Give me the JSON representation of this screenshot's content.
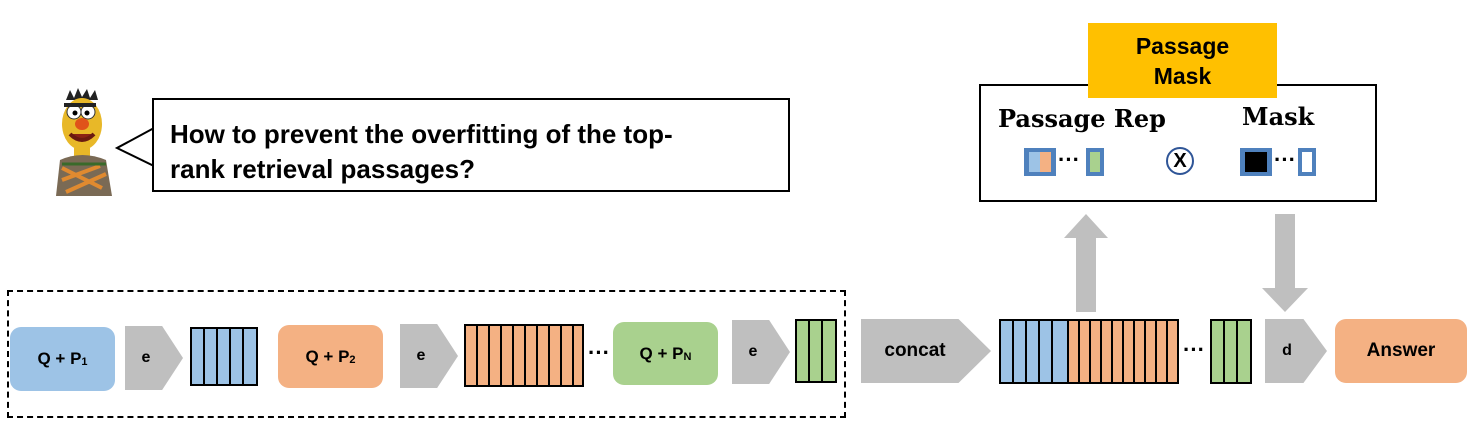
{
  "question": {
    "line1": "How to prevent the overfitting of the top-",
    "line2": "rank retrieval passages?"
  },
  "module": {
    "title_line1": "Passage",
    "title_line2": "Mask",
    "rep_label": "Passage Rep",
    "mask_label": "Mask",
    "operator": "X",
    "dots": "···"
  },
  "pipeline": {
    "inputs": [
      {
        "q": "Q + P",
        "sub": "1",
        "color": "#9dc3e6"
      },
      {
        "q": "Q + P",
        "sub": "2",
        "color": "#f4b183"
      },
      {
        "q": "Q + P",
        "sub": "N",
        "color": "#a9d18e"
      }
    ],
    "encoder_label": "e",
    "concat_label": "concat",
    "decoder_label": "d",
    "answer_label": "Answer",
    "dots": "···"
  },
  "colors": {
    "blue": "#9dc3e6",
    "orange": "#f4b183",
    "green": "#a9d18e",
    "gray": "#c0c0c0",
    "yellow": "#ffc000"
  }
}
